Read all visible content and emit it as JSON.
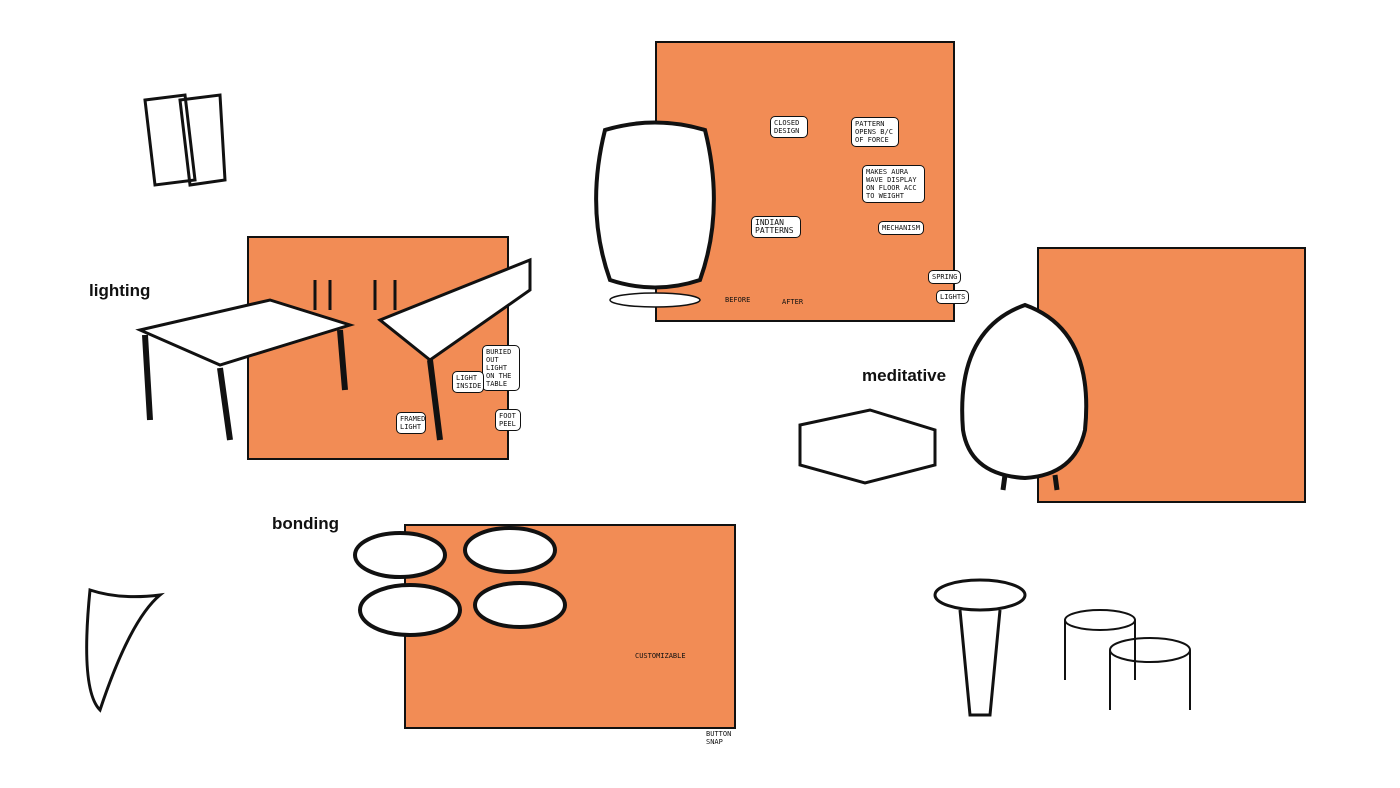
{
  "labels": {
    "lighting": "lighting",
    "bonding": "bonding",
    "meditative": "meditative"
  },
  "notes": {
    "closed_design": "Closed design",
    "pattern_opens": "Pattern opens b/c of force",
    "aura_wave": "Makes aura wave display on floor acc to weight",
    "indian_patterns": "Indian patterns",
    "mechanism": "Mechanism",
    "before": "Before",
    "after": "After",
    "spring": "Spring",
    "lights": "Lights",
    "buried_light": "Buried out light on the table",
    "light_inside": "Light inside",
    "framed_light": "Framed light",
    "foot_peel": "Foot peel",
    "customizable": "Customizable",
    "button_snap": "Button snap"
  },
  "colors": {
    "panel": "#f28c55",
    "ink": "#111111"
  }
}
